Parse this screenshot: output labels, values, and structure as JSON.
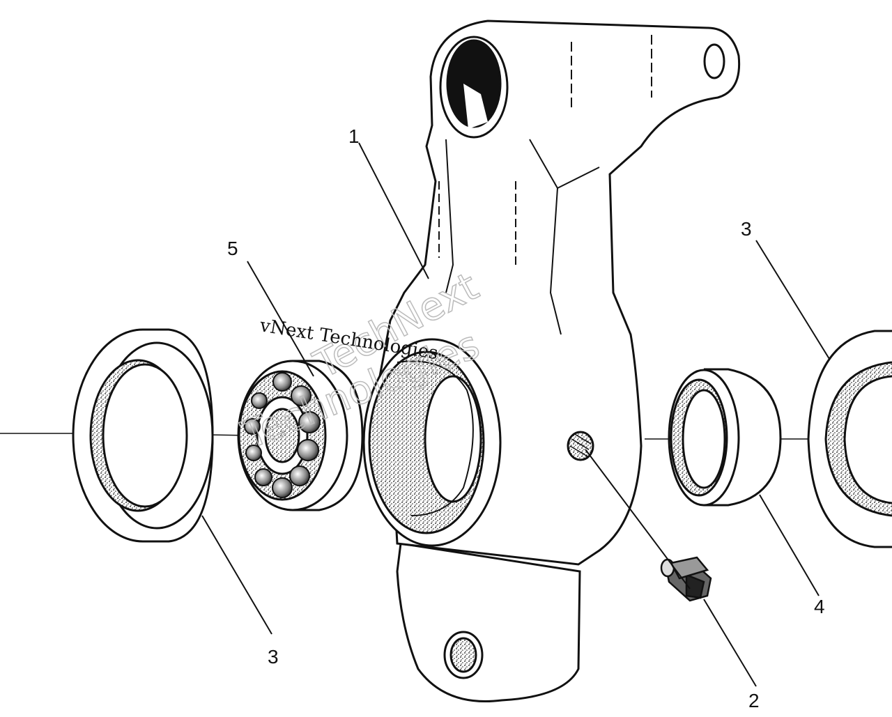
{
  "callouts": {
    "knuckle": "1",
    "grease_fitting": "2",
    "seal_left": "3",
    "seal_right": "3",
    "race": "4",
    "bearing": "5"
  },
  "watermark": {
    "line_a": "TechNext",
    "line_b": "Technologies",
    "line_c": "vNext Technologies"
  },
  "colors": {
    "ink": "#111111",
    "paper": "#ffffff",
    "watermark": "#bbbbbb"
  }
}
